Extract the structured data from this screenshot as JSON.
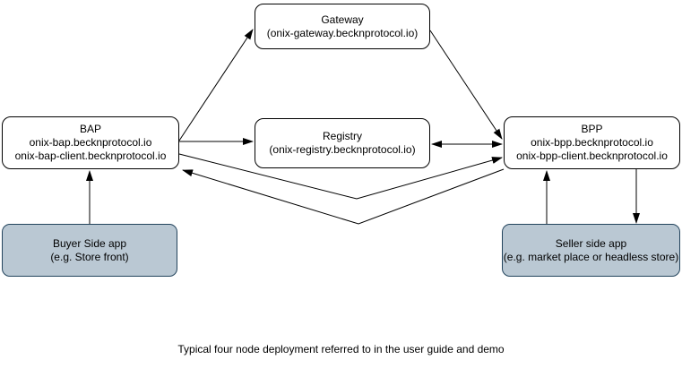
{
  "caption": "Typical four node deployment referred to in the user guide and demo",
  "colors": {
    "page_bg": "#ffffff",
    "node_fill": "#ffffff",
    "node_border": "#000000",
    "app_fill": "#bac8d3",
    "app_border": "#23445d",
    "arrow": "#000000",
    "text": "#000000"
  },
  "nodes": {
    "gateway": {
      "lines": [
        "Gateway",
        "(onix-gateway.becknprotocol.io)"
      ]
    },
    "bap": {
      "lines": [
        "BAP",
        "onix-bap.becknprotocol.io",
        "onix-bap-client.becknprotocol.io"
      ]
    },
    "registry": {
      "lines": [
        "Registry",
        "(onix-registry.becknprotocol.io)"
      ]
    },
    "bpp": {
      "lines": [
        "BPP",
        "onix-bpp.becknprotocol.io",
        "onix-bpp-client.becknprotocol.io"
      ]
    },
    "buyer_app": {
      "lines": [
        "Buyer Side app",
        "(e.g. Store front)"
      ]
    },
    "seller_app": {
      "lines": [
        "Seller side app",
        "(e.g. market place or headless store)"
      ]
    }
  },
  "edges": [
    {
      "from": "bap",
      "to": "gateway",
      "direction": "one-way"
    },
    {
      "from": "gateway",
      "to": "bpp",
      "direction": "one-way"
    },
    {
      "from": "bap",
      "to": "registry",
      "direction": "one-way"
    },
    {
      "from": "registry",
      "to": "bpp",
      "direction": "two-way"
    },
    {
      "from": "bap",
      "to": "bpp",
      "direction": "one-way"
    },
    {
      "from": "bpp",
      "to": "bap",
      "direction": "one-way"
    },
    {
      "from": "buyer_app",
      "to": "bap",
      "direction": "one-way"
    },
    {
      "from": "seller_app",
      "to": "bpp",
      "direction": "one-way"
    },
    {
      "from": "bpp",
      "to": "seller_app",
      "direction": "one-way"
    }
  ]
}
